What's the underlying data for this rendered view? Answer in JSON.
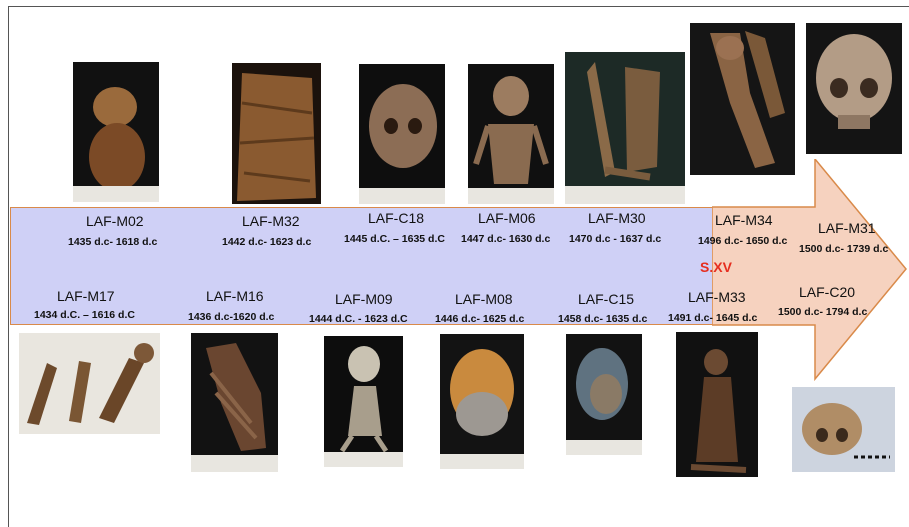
{
  "specimens_top": [
    {
      "code": "LAF-M02",
      "date": "1435 d.c- 1618 d.c"
    },
    {
      "code": "LAF-M32",
      "date": "1442 d.c- 1623 d.c"
    },
    {
      "code": "LAF-C18",
      "date": "1445 d.C. – 1635 d.C"
    },
    {
      "code": "LAF-M06",
      "date": "1447 d.c- 1630 d.c"
    },
    {
      "code": "LAF-M30",
      "date": "1470 d.c - 1637 d.c"
    },
    {
      "code": "LAF-M34",
      "date": "1496 d.c- 1650 d.c"
    },
    {
      "code": "LAF-M31",
      "date": "1500 d.c- 1739 d.c"
    }
  ],
  "specimens_bottom": [
    {
      "code": "LAF-M17",
      "date": "1434 d.C. – 1616 d.C"
    },
    {
      "code": "LAF-M16",
      "date": "1436 d.c-1620 d.c"
    },
    {
      "code": "LAF-M09",
      "date": "1444 d.C. - 1623 d.C"
    },
    {
      "code": "LAF-M08",
      "date": "1446 d.c- 1625 d.c"
    },
    {
      "code": "LAF-C15",
      "date": "1458 d.c- 1635 d.c"
    },
    {
      "code": "LAF-M33",
      "date": "1491 d.c- 1645 d.c"
    },
    {
      "code": "LAF-C20",
      "date": "1500 d.c- 1794 d.c"
    }
  ],
  "century_marker": "S.XV",
  "colors": {
    "band": "#cfd0f6",
    "arrow": "#f6d2bf",
    "outline": "#d98a4a",
    "century": "#e62e1f"
  }
}
